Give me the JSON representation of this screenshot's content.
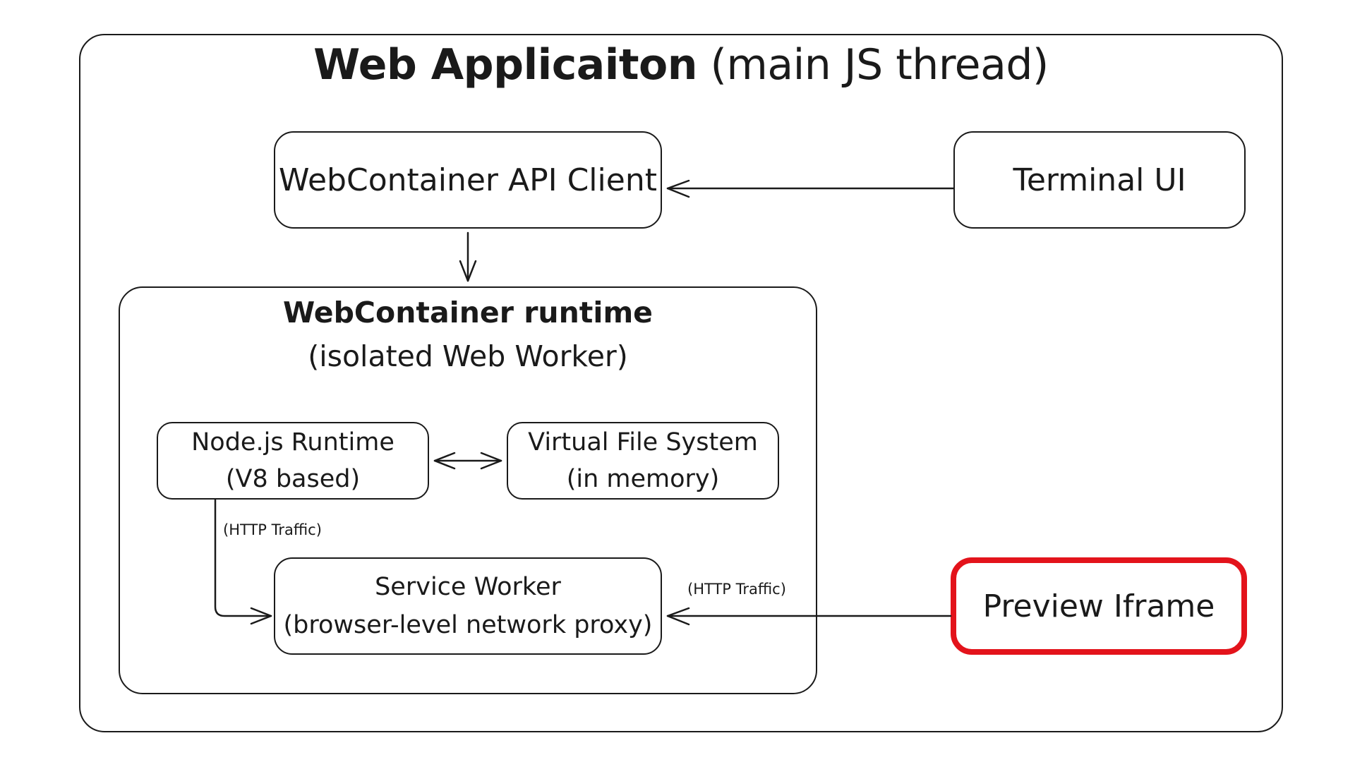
{
  "diagram": {
    "title": {
      "bold": "Web Applicaiton",
      "light": "(main JS thread)"
    },
    "nodes": {
      "api_client": "WebContainer API Client",
      "terminal_ui": "Terminal UI",
      "runtime": {
        "title": "WebContainer runtime",
        "subtitle": "(isolated Web Worker)"
      },
      "node_runtime": {
        "line1": "Node.js Runtime",
        "line2": "(V8 based)"
      },
      "vfs": {
        "line1": "Virtual File System",
        "line2": "(in memory)"
      },
      "service_worker": {
        "line1": "Service Worker",
        "line2": "(browser-level network proxy)"
      },
      "preview_iframe": "Preview Iframe"
    },
    "edge_labels": {
      "node_to_service_worker": "(HTTP Traffic)",
      "preview_to_service_worker": "(HTTP Traffic)"
    },
    "colors": {
      "stroke": "#1a1a1a",
      "highlight": "#e3131b",
      "background": "#ffffff"
    }
  }
}
